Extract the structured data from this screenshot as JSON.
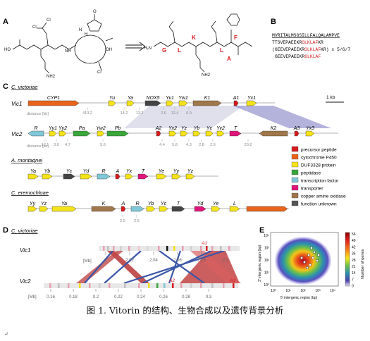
{
  "figure": {
    "caption": "图 1. Vitorin 的结构、生物合成以及遗传背景分析",
    "corner_mark": "↲"
  },
  "panels": {
    "A": "A",
    "B": "B",
    "C": "C",
    "D": "D",
    "E": "E"
  },
  "panelA": {
    "atoms": {
      "Cl1": "Cl",
      "Cl2": "Cl",
      "Cl3": "Cl",
      "NH2a": "NH2",
      "NH2b": "NH2",
      "NH": "NH",
      "H2N": "H₂N",
      "HO1": "HO",
      "OH1": "OH",
      "O1": "O",
      "N1": "N",
      "H1": "H"
    },
    "residues": {
      "G": "G",
      "L1": "L",
      "K": "K",
      "L2": "L",
      "F": "F",
      "A": "A"
    }
  },
  "panelB": {
    "line1": "MVRITALMSGSILLFALQALAMPVE",
    "line2": "TTSVEPAEEKR",
    "line2_red": "GLKLAF",
    "line2_end": "KR",
    "line3_pre": "(GEEVEPAEEKR",
    "line3_red": "GLKLAF",
    "line3_end": "KR) x 5/6/7",
    "line4_pre": "GEEVEPAEEKR",
    "line4_red": "GLKLAF"
  },
  "panelC": {
    "sp1": "C. victoriae",
    "sp2": "A. montagnei",
    "sp3": "C. eremochloae",
    "vic1": "Vic1",
    "vic2": "Vic2",
    "scale": "1 kb",
    "distance_label": "distance [kb]",
    "vic1_genes": [
      "CYP1",
      "Yu",
      "Ya",
      "NOX5",
      "Yv1",
      "Yw1",
      "K1",
      "A1",
      "Yx1"
    ],
    "vic1_dist": [
      "413.2",
      "14.2",
      "13.2",
      "2.6",
      "12.4",
      "6.9"
    ],
    "vic2_genes": [
      "R",
      "Yy1",
      "Yy2",
      "Pa",
      "Yw2",
      "Pb",
      "A2",
      "Yx2",
      "Yz",
      "Yb",
      "Yc",
      "Yv2",
      "T",
      "K2",
      "A3",
      "Yx3"
    ],
    "vic2_dist": [
      "17.1",
      "3.0",
      "4.7",
      "5.6",
      "4.4",
      "5.8",
      "4.3",
      "2.8",
      "2.6",
      "20.2"
    ],
    "mont_genes": [
      "Ya",
      "Yb",
      "Yc",
      "Yd",
      "R",
      "A",
      "Yx",
      "T",
      "Ye",
      "Yy",
      "Yz"
    ],
    "erem_genes": [
      "Yy",
      "Yz",
      "Ya",
      "K",
      "A",
      "R",
      "Yb",
      "Yc",
      "T",
      "Yd",
      "Ye",
      "L"
    ],
    "erem_dist": [
      "2.5",
      "2.6"
    ],
    "legend": [
      {
        "label": "precursor peptide",
        "color": "#d7191c"
      },
      {
        "label": "cytochrome P450",
        "color": "#e8641b"
      },
      {
        "label": "DUF3328 protein",
        "color": "#f5e31a"
      },
      {
        "label": "peptidase",
        "color": "#3aa63a"
      },
      {
        "label": "transcription factor",
        "color": "#80c8d8"
      },
      {
        "label": "transporter",
        "color": "#e0157a"
      },
      {
        "label": "copper amine oxidase",
        "color": "#a0774a"
      },
      {
        "label": "function unknown",
        "color": "#555555"
      }
    ]
  },
  "panelD": {
    "sp": "C. victoriae",
    "vic1": "Vic1",
    "vic2": "Vic2",
    "mb": "[Mb]",
    "vic1_ticks": [
      "2",
      "2.02",
      "2.04",
      "2.06",
      "2.08",
      "2.1"
    ],
    "vic2_ticks": [
      "0.16",
      "0.18",
      "0.2",
      "0.22",
      "0.24",
      "0.26",
      "0.28",
      "0.3"
    ],
    "a1": "A1",
    "a2": "A2",
    "a3": "A3"
  },
  "panelE": {
    "xlabel": "5' intergenic region (bp)",
    "ylabel": "3' intergenic region (bp)",
    "cbar_label": "Number of genes",
    "cbar_ticks": [
      "56",
      "49",
      "42",
      "35",
      "28",
      "21",
      "14",
      "7",
      "0"
    ],
    "x_ticks": [
      "10⁰",
      "10²",
      "10⁴"
    ],
    "y_ticks": [
      "10⁴",
      "10³",
      "10²",
      "10¹",
      "10⁰"
    ],
    "x_mid_tick": "10³",
    "x_tick_1": "10¹"
  }
}
